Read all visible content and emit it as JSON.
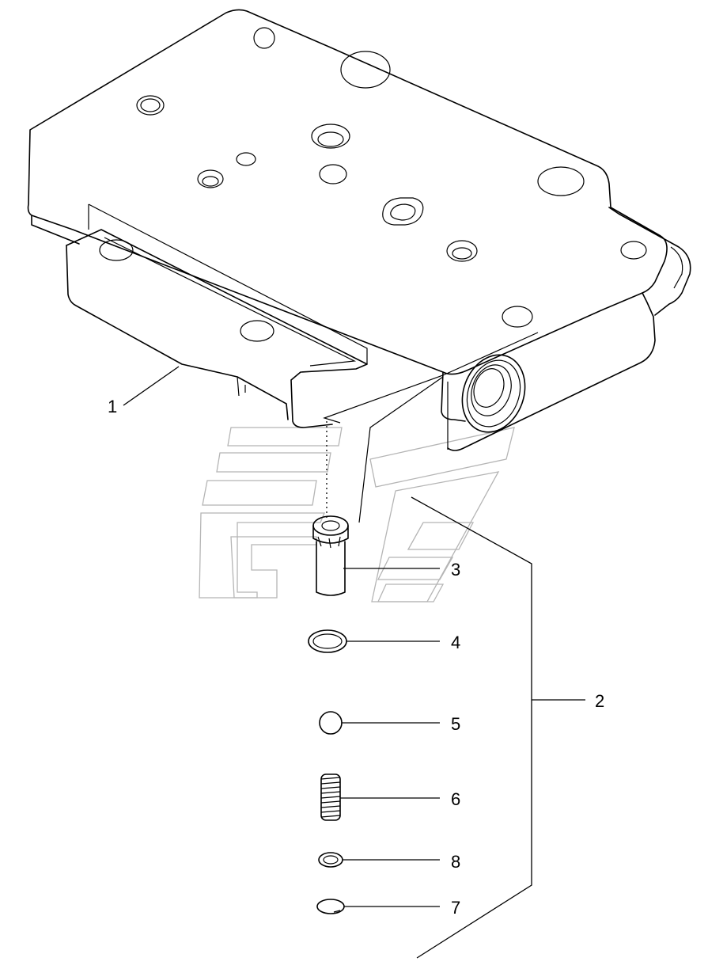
{
  "callouts": [
    {
      "id": "1",
      "text": "1",
      "part": "valve-body-housing"
    },
    {
      "id": "2",
      "text": "2",
      "part": "valve-kit"
    },
    {
      "id": "3",
      "text": "3",
      "part": "valve-sleeve"
    },
    {
      "id": "4",
      "text": "4",
      "part": "o-ring"
    },
    {
      "id": "5",
      "text": "5",
      "part": "check-ball"
    },
    {
      "id": "6",
      "text": "6",
      "part": "spring"
    },
    {
      "id": "8",
      "text": "8",
      "part": "washer"
    },
    {
      "id": "7",
      "text": "7",
      "part": "retaining-ring"
    }
  ]
}
